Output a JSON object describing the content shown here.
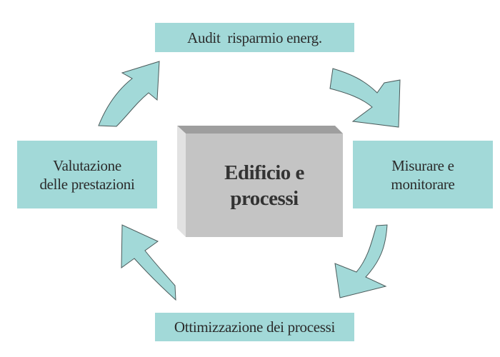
{
  "diagram": {
    "type": "cycle",
    "center": {
      "lines": [
        "Edificio e",
        "processi"
      ]
    },
    "steps": [
      {
        "id": "top",
        "lines": [
          "Audit  risparmio energ."
        ]
      },
      {
        "id": "right",
        "lines": [
          "Misurare e",
          "monitorare"
        ]
      },
      {
        "id": "bottom",
        "lines": [
          "Ottimizzazione dei processi"
        ]
      },
      {
        "id": "left",
        "lines": [
          "Valutazione",
          "delle prestazioni"
        ]
      }
    ],
    "arrows": [
      {
        "from": "top",
        "to": "right",
        "direction": "clockwise"
      },
      {
        "from": "right",
        "to": "bottom",
        "direction": "clockwise"
      },
      {
        "from": "bottom",
        "to": "left",
        "direction": "clockwise"
      },
      {
        "from": "left",
        "to": "top",
        "direction": "clockwise"
      }
    ],
    "colors": {
      "step_fill": "#a2d9d8",
      "arrow_fill": "#a2d9d8",
      "arrow_stroke": "#4a5a5a",
      "center_front": "#c4c4c4",
      "center_top": "#9e9e9e",
      "center_side": "#e2e2e2",
      "text": "#2b2b2b"
    }
  }
}
